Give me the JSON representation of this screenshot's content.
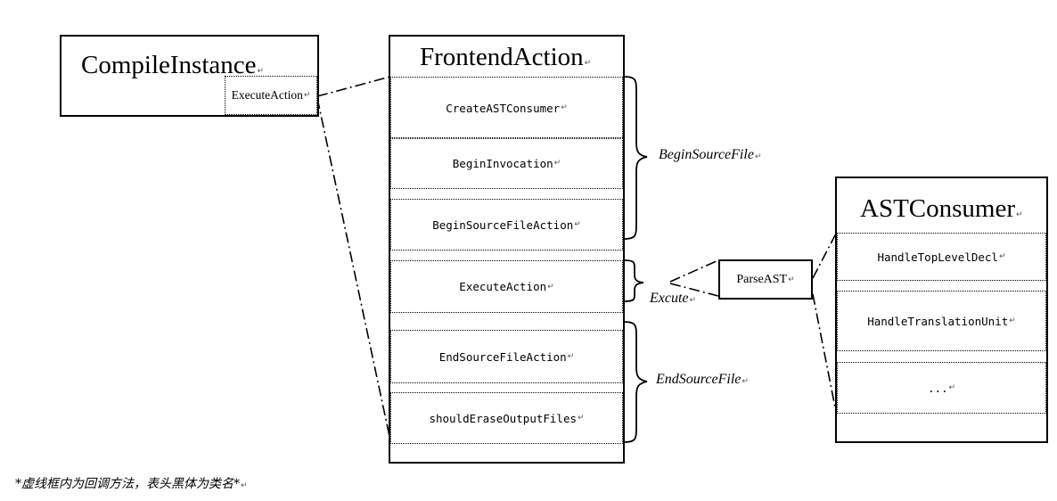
{
  "compile_instance": {
    "title": "CompileInstance",
    "slot": "ExecuteAction"
  },
  "frontend_action": {
    "title": "FrontendAction",
    "slots": [
      "CreateASTConsumer",
      "BeginInvocation",
      "BeginSourceFileAction",
      "ExecuteAction",
      "EndSourceFileAction",
      "shouldEraseOutputFiles"
    ]
  },
  "ast_consumer": {
    "title": "ASTConsumer",
    "slots": [
      "HandleTopLevelDecl",
      "HandleTranslationUnit",
      "..."
    ]
  },
  "parse_ast": {
    "label": "ParseAST"
  },
  "braces": {
    "begin_source_file": "BeginSourceFile",
    "excute": "Excute",
    "end_source_file": "EndSourceFile"
  },
  "return_mark": "↵",
  "footnote": "*虚线框内为回调方法，表头黑体为类名*"
}
